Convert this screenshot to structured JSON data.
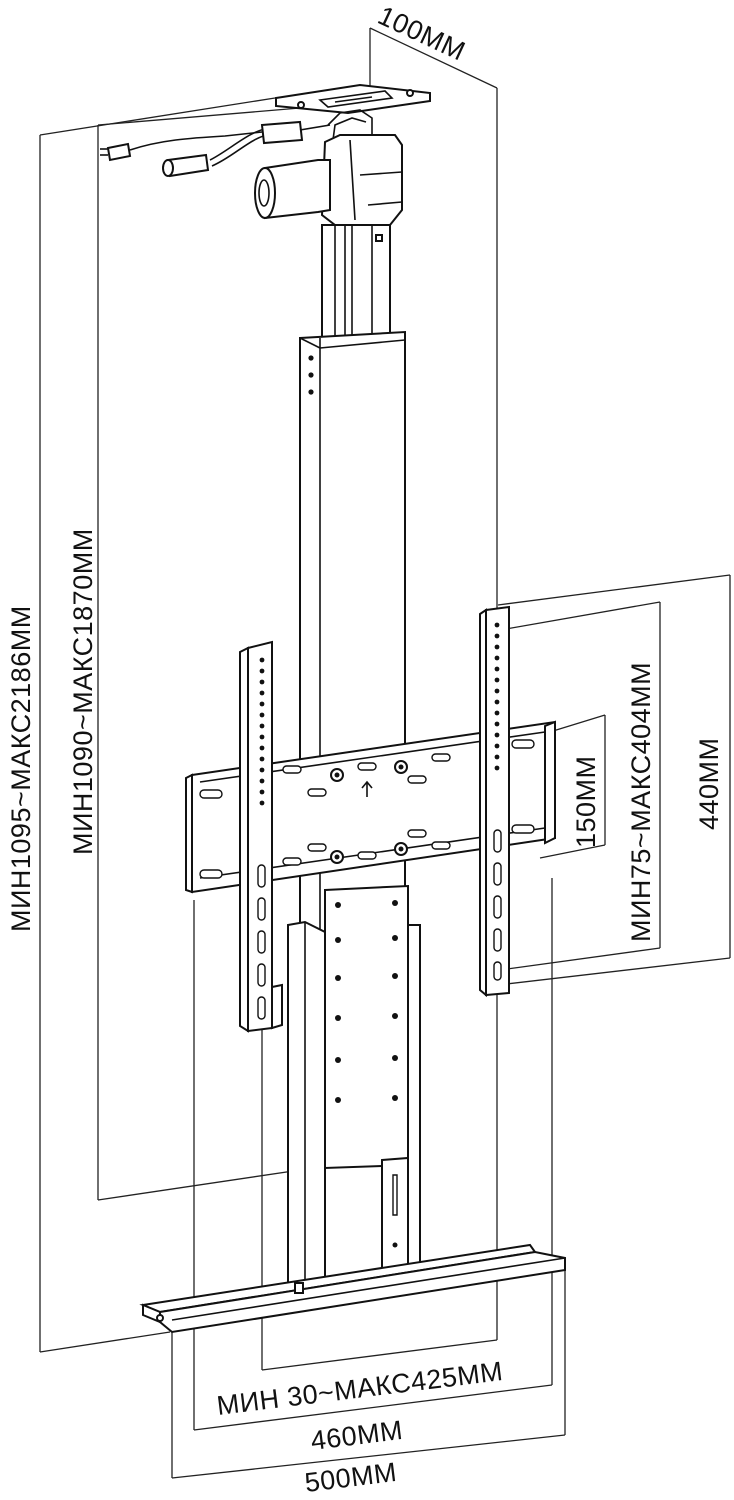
{
  "dimensions": {
    "top_width": "100MM",
    "total_height": "МИН1095~МАКС2186ММ",
    "bracket_height": "МИН1090~МАКС1870ММ",
    "vesa_vertical": "МИН75~МАКС404ММ",
    "bracket_hole_spacing": "150ММ",
    "bracket_arm_height": "440ММ",
    "vesa_horizontal": "МИН 30~МАКС425ММ",
    "base_inner_width": "460ММ",
    "base_width": "500ММ"
  },
  "icons": {
    "arrow": "up-arrow-icon"
  },
  "colors": {
    "line": "#111111",
    "background": "#ffffff"
  }
}
